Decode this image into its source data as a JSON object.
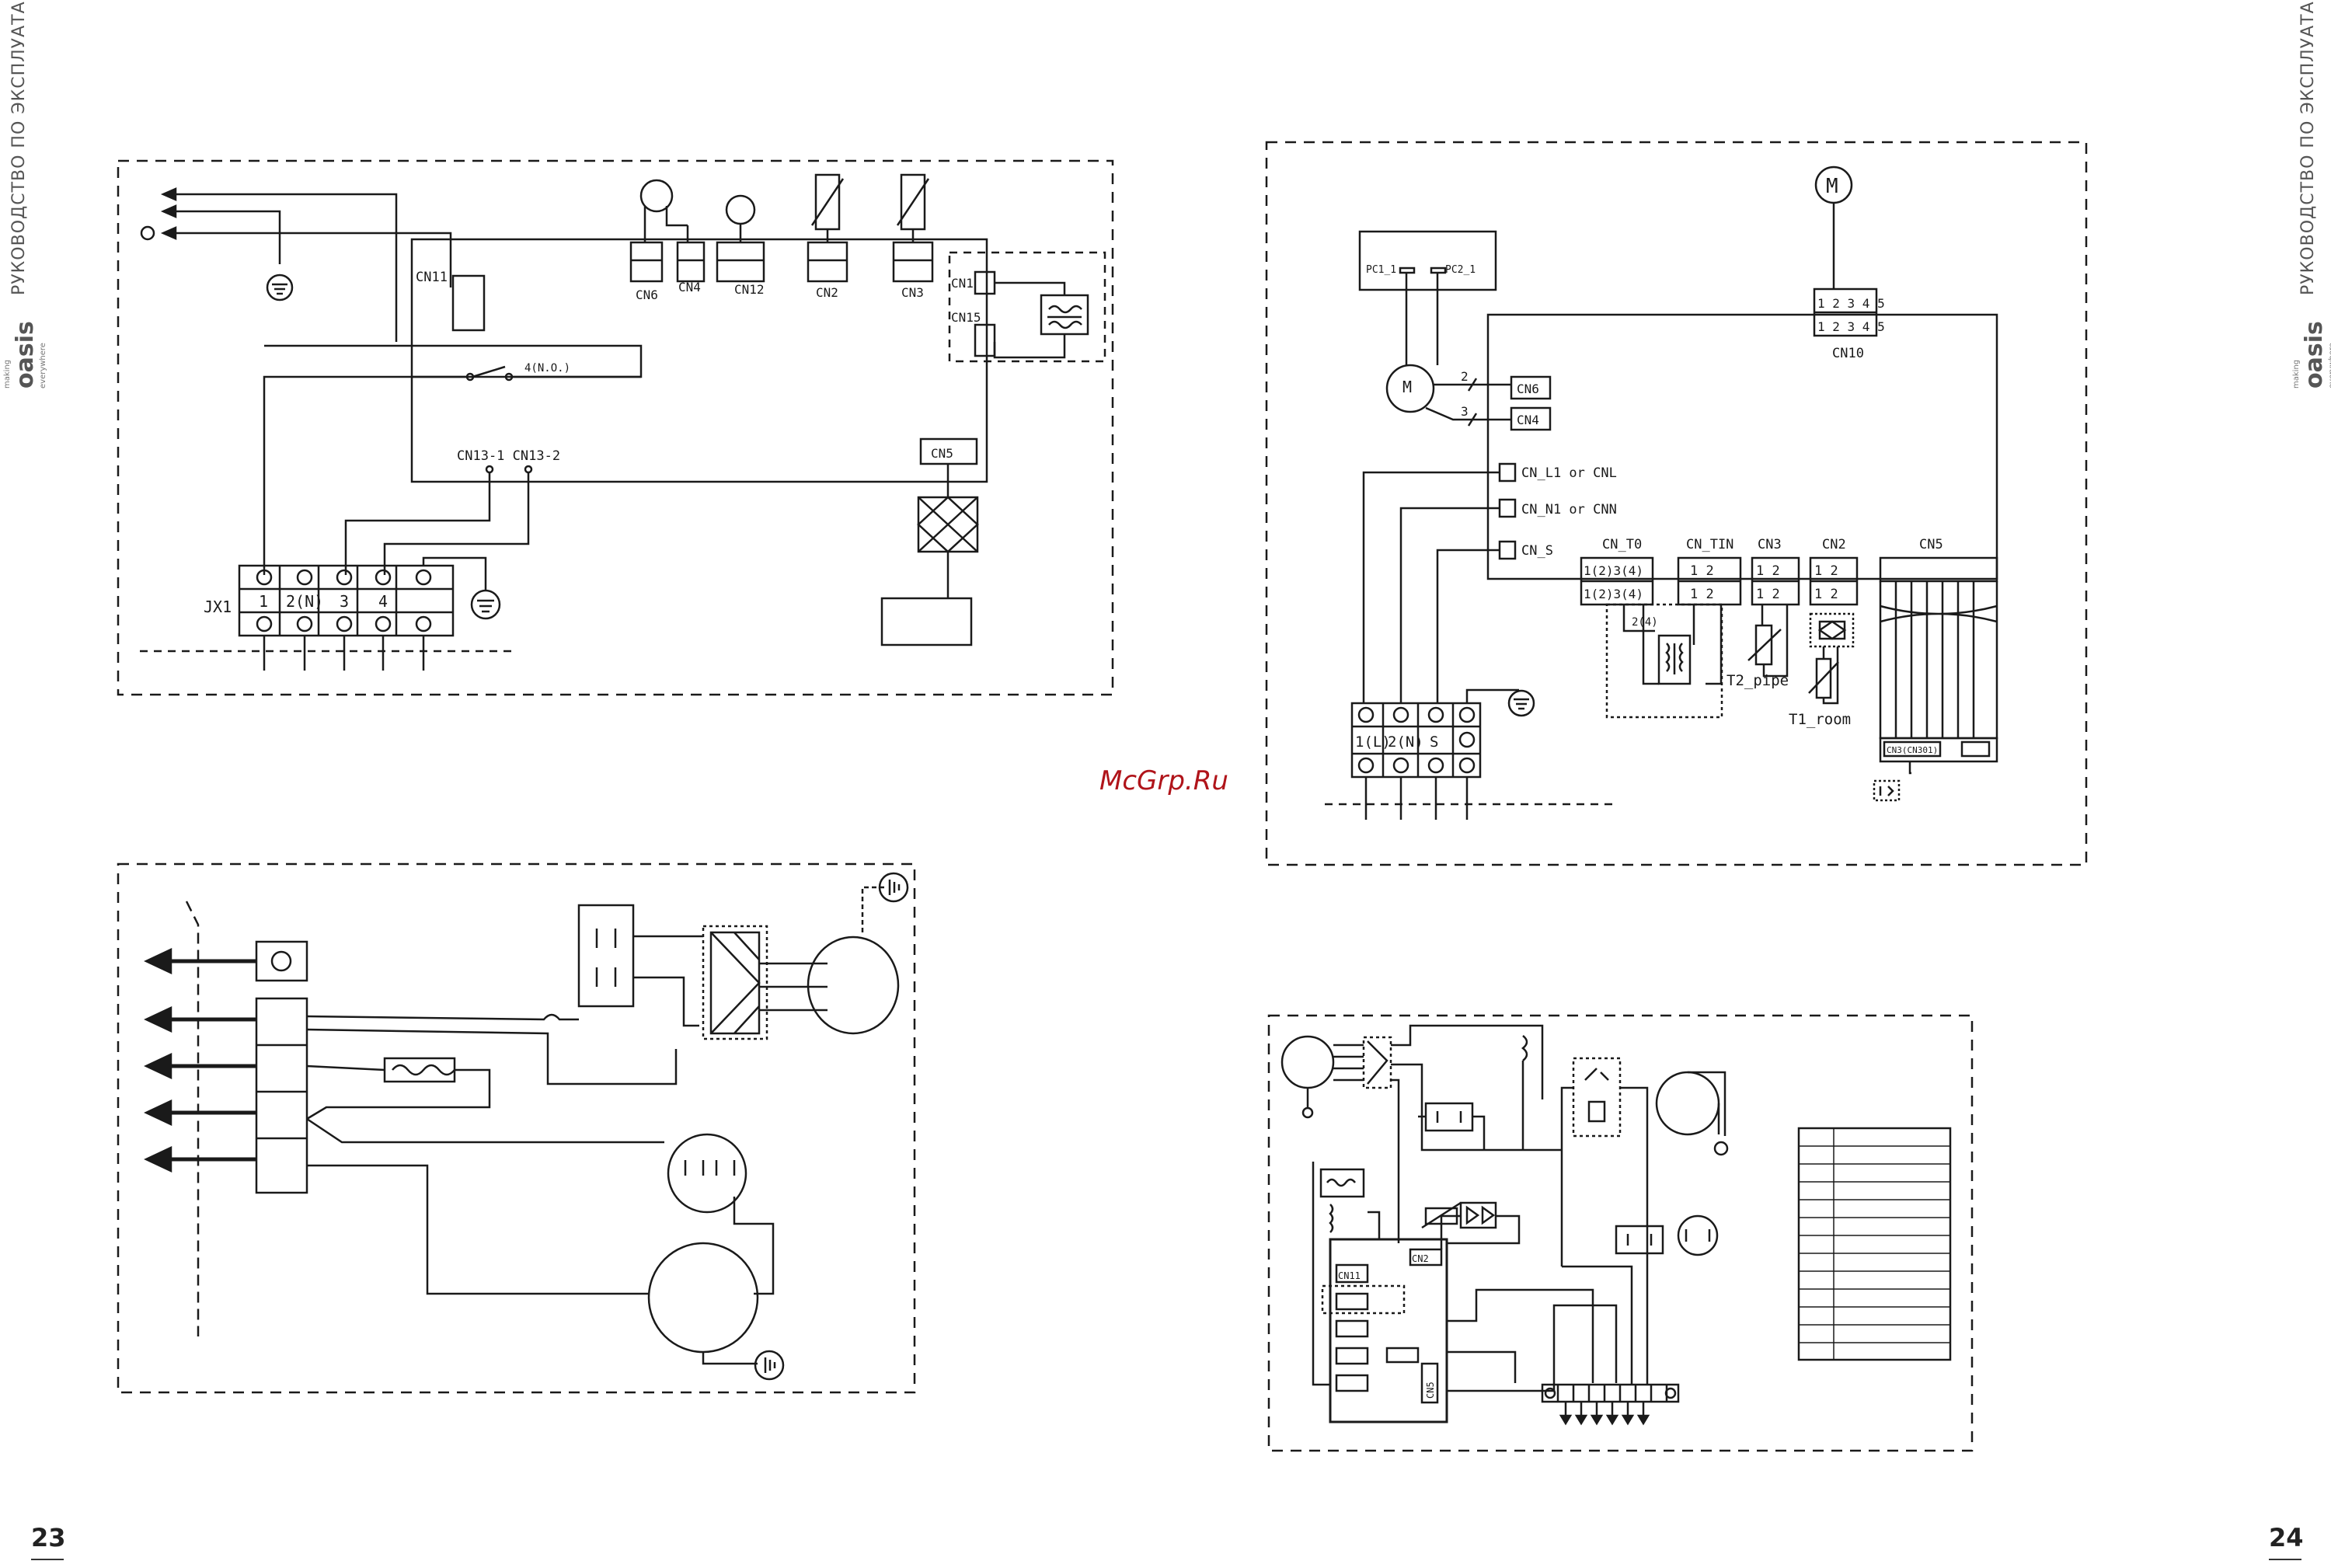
{
  "header": {
    "left_title": "РУКОВОДСТВО ПО ЭКСПЛУАТАЦИИ",
    "right_title": "РУКОВОДСТВО ПО ЭКСПЛУАТАЦИИ",
    "brand": "oasis",
    "brand_tag_top": "making",
    "brand_tag_bottom": "everywhere"
  },
  "pages": {
    "left": "23",
    "right": "24"
  },
  "watermark": "McGrp.Ru",
  "diagram1": {
    "labels": {
      "cn11": "CN11",
      "relay": "4(N.O.)",
      "cn6": "CN6",
      "cn4": "CN4",
      "cn12": "CN12",
      "cn2": "CN2",
      "cn3": "CN3",
      "cn1": "CN1",
      "cn15": "CN15",
      "cn5": "CN5",
      "cn13": "CN13-1 CN13-2",
      "jx1": "JX1"
    },
    "terminals": [
      "1",
      "2(N)",
      "3",
      "4"
    ]
  },
  "diagram2": {
    "labels": {
      "pc1": "PC1_1",
      "pc2": "PC2_1",
      "motor_m": "M",
      "cn10_pins": "1 2 3 4 5",
      "cn10": "CN10",
      "cn6": "CN6",
      "cn4": "CN4",
      "pin2": "2",
      "pin3": "3",
      "cnl": "CN_L1 or CNL",
      "cnn": "CN_N1 or CNN",
      "cns": "CN_S",
      "cn_t0": "CN_T0",
      "cn_tin": "CN_TIN",
      "cn3": "CN3",
      "cn2": "CN2",
      "cn5": "CN5",
      "t0_pins": "1(2)3(4)",
      "pins12": "1  2",
      "t0_sub": "2(4)",
      "t2": "T2_pipe",
      "t1": "T1_room",
      "cn301": "CN3(CN301)"
    },
    "terminals": [
      "1(L)",
      "2(N)",
      "S"
    ]
  },
  "diagram4": {
    "labels": {
      "cn11": "CN11",
      "cn2": "CN2",
      "cn5": "CN5"
    }
  }
}
